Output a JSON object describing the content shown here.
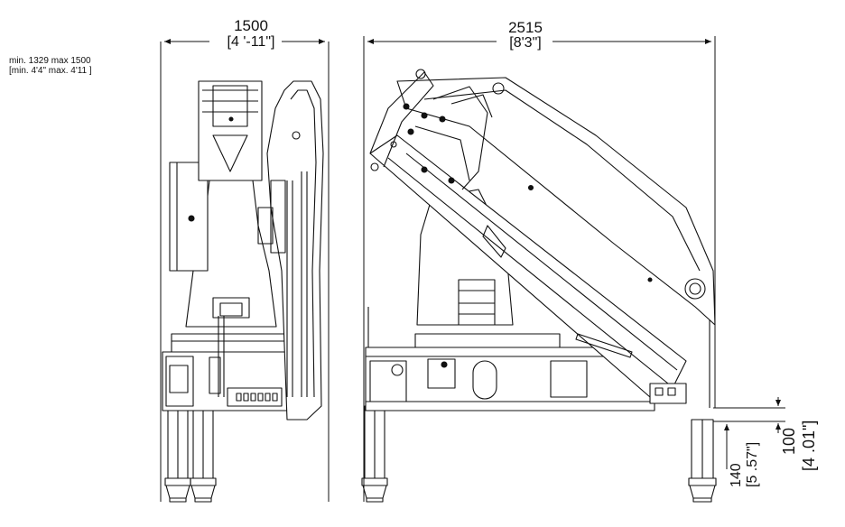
{
  "note": {
    "line1": "min. 1329 max 1500",
    "line2": "[min. 4'4\" max. 4'11 ]"
  },
  "dimensions": {
    "front_width": {
      "value": "1500",
      "imperial": "[4 '-11\"]"
    },
    "side_length": {
      "value": "2515",
      "imperial": "[8'3\"]"
    },
    "height_140": {
      "value": "140",
      "imperial": "[5 .57\"]"
    },
    "height_100": {
      "value": "100",
      "imperial": "[4 .01\"]"
    }
  }
}
